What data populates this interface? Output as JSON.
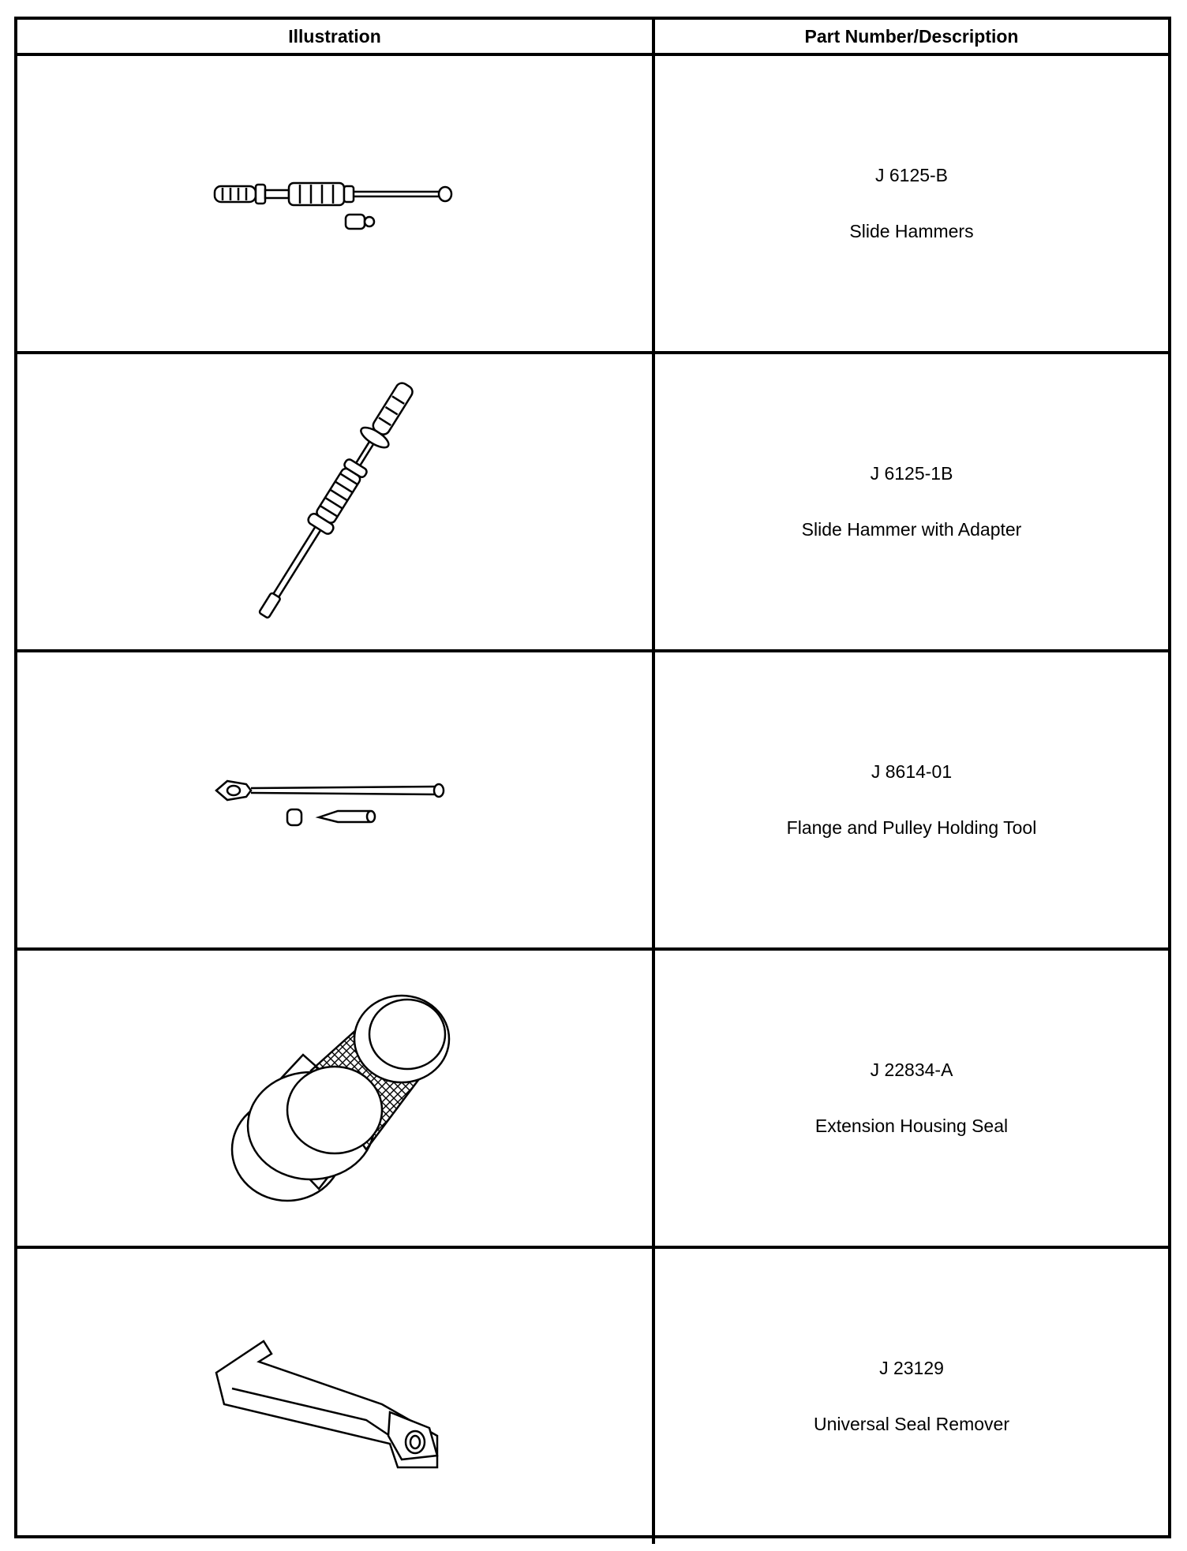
{
  "table": {
    "headers": {
      "illustration": "Illustration",
      "part": "Part Number/Description"
    },
    "rows": [
      {
        "part_number": "J 6125-B",
        "description": "Slide Hammers",
        "icon": "slide-hammers-icon"
      },
      {
        "part_number": "J 6125-1B",
        "description": "Slide Hammer with Adapter",
        "icon": "slide-hammer-adapter-icon"
      },
      {
        "part_number": "J 8614-01",
        "description": "Flange and Pulley Holding Tool",
        "icon": "flange-pulley-holding-tool-icon"
      },
      {
        "part_number": "J 22834-A",
        "description": "Extension Housing Seal",
        "icon": "extension-housing-seal-icon"
      },
      {
        "part_number": "J 23129",
        "description": "Universal Seal Remover",
        "icon": "universal-seal-remover-icon"
      }
    ]
  }
}
